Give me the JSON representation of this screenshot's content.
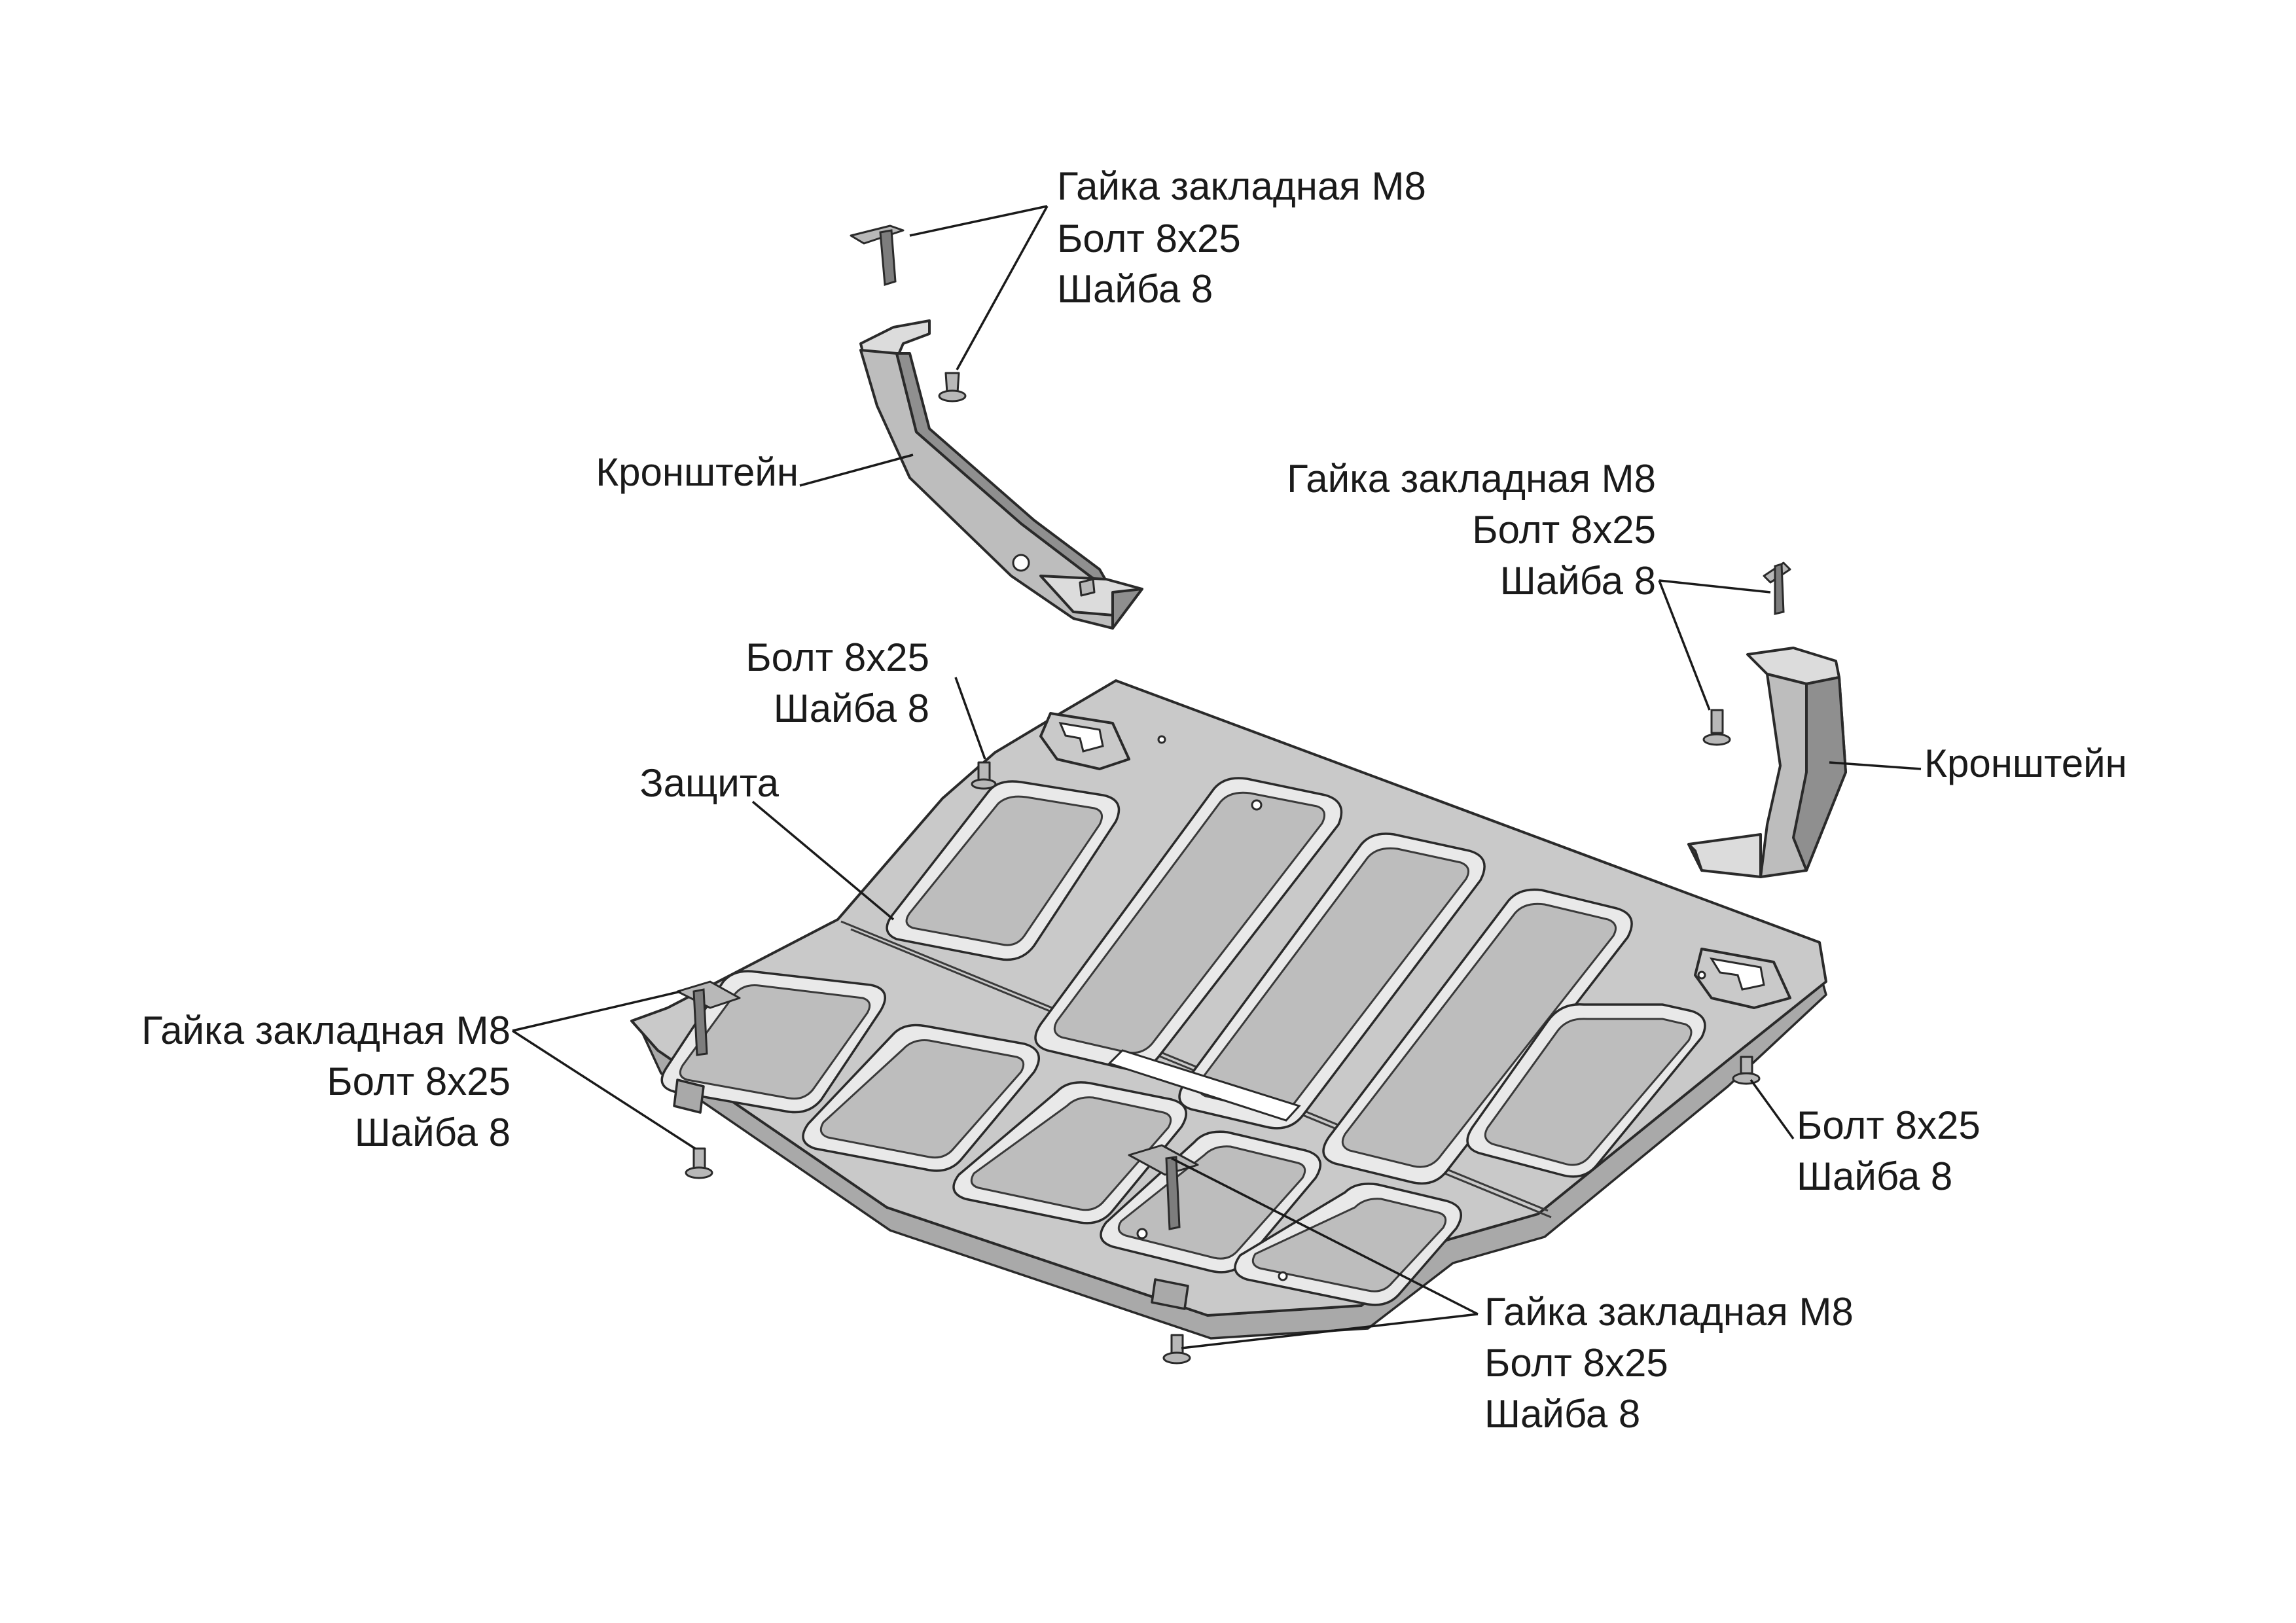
{
  "labels": {
    "top_fasteners": [
      "Гайка закладная М8",
      "Болт 8х25",
      "Шайба 8"
    ],
    "left_bracket": "Кронштейн",
    "right_fasteners": [
      "Гайка закладная М8",
      "Болт 8х25",
      "Шайба 8"
    ],
    "right_bracket": "Кронштейн",
    "plate_rear_left_bolt": [
      "Болт 8х25",
      "Шайба 8"
    ],
    "plate": "Защита",
    "left_front_fasteners": [
      "Гайка закладная М8",
      "Болт 8х25",
      "Шайба 8"
    ],
    "right_bolt": [
      "Болт 8х25",
      "Шайба 8"
    ],
    "center_fasteners": [
      "Гайка закладная М8",
      "Болт 8х25",
      "Шайба 8"
    ]
  },
  "colors": {
    "metal": "#c9c9c9",
    "metal_shadow": "#8f8f8f",
    "line": "#1a1a1a"
  }
}
